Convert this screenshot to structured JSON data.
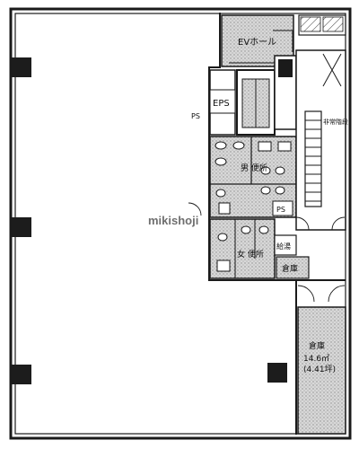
{
  "labels": {
    "ev_hall": "EVホール",
    "eps": "EPS",
    "ps": "PS",
    "toilet_m": "男 便所",
    "toilet_f": "女 便所",
    "kitchen": "給湯",
    "storage": "倉庫",
    "storage_area": "14.6㎡",
    "storage_tsubo": "(4.41坪)",
    "stairs": "非常階段",
    "pipe_space": "PS",
    "watermark": "mikishoji"
  },
  "colors": {
    "line": "#1a1a1a",
    "wall": "#202020",
    "hatch": "#9a9a9a",
    "room_fill": "#cfcfcf",
    "bg": "#ffffff"
  }
}
